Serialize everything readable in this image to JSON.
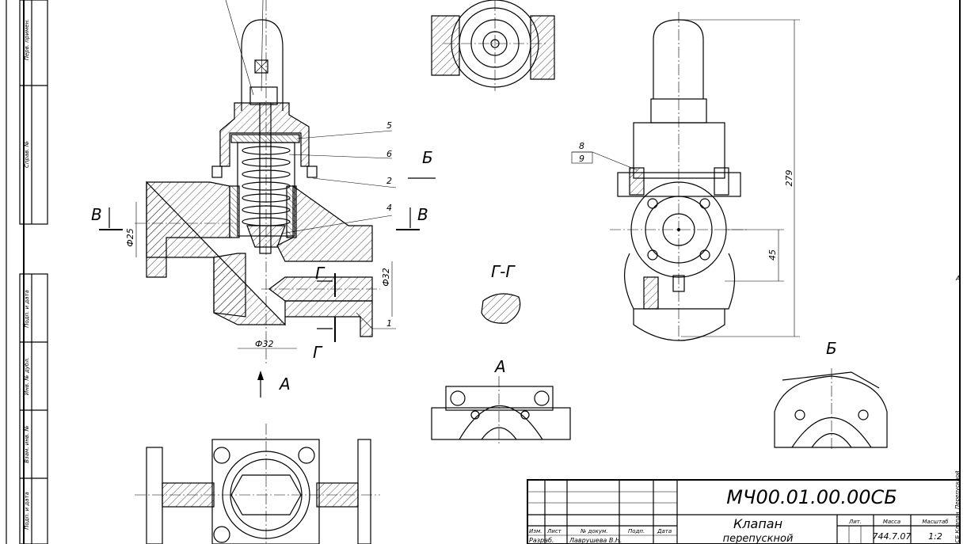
{
  "drawing": {
    "position_labels": [
      "5",
      "6",
      "2",
      "4",
      "1",
      "8",
      "9"
    ],
    "section_labels": {
      "view_b": "Б",
      "section_v_left": "В",
      "section_v_right": "В",
      "section_g_top": "Г",
      "section_g_bottom": "Г",
      "section_gg": "Г-Г",
      "view_a_arrow": "А",
      "view_a_title": "А",
      "view_b_title": "Б"
    },
    "dimensions": {
      "inlet_dia": "Ф25",
      "outlet_dia_right": "Ф32",
      "outlet_dia_bottom": "Ф32",
      "height": "279",
      "offset": "45"
    },
    "frame_zone": "A"
  },
  "left_margin": [
    "Перв. примен.",
    "Справ. №",
    "Подп. и дата",
    "Инв. № дубл.",
    "Взам. инв. №",
    "Подп. и дата"
  ],
  "right_margin": "СБ Клапан_Перепускной",
  "title_block": {
    "designation": "МЧ00.01.00.00СБ",
    "name_line1": "Клапан",
    "name_line2": "перепускной",
    "headers": [
      "Изм.",
      "Лист",
      "№ докум.",
      "Подп.",
      "Дата"
    ],
    "developer_role": "Разраб.",
    "developer_name": "Лаврушева В.Н.",
    "lit_label": "Лит.",
    "mass_label": "Масса",
    "scale_label": "Масштаб",
    "mass_value": "744.7.07",
    "scale_value": "1:2"
  }
}
